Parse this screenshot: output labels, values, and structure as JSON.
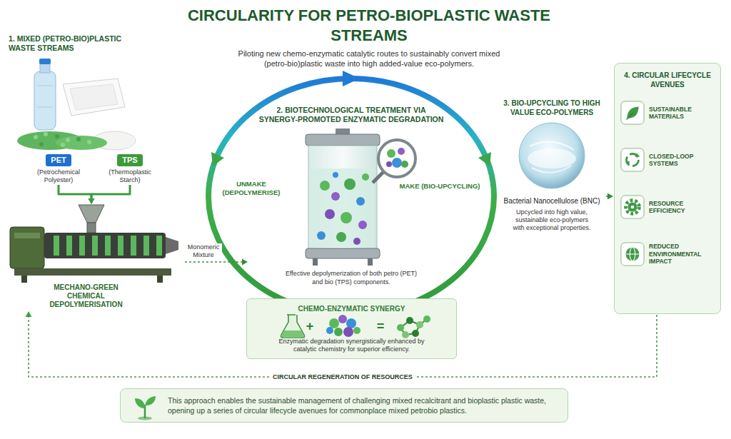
{
  "diagram": {
    "title": "CIRCULARITY FOR PETRO-BIOPLASTIC WASTE STREAMS",
    "nodes": [
      {
        "text": [
          "PET",
          "(Petrochemical Polyester)"
        ]
      },
      {
        "text": [
          "TPS",
          "(Thermoplastic Starch)"
        ]
      },
      {
        "text": [
          "MECHANO-GREEN CHEMICAL DEPOLYMERISATION"
        ]
      },
      {
        "text": [
          "2. BIOTECHNOLOGICAL TREATMENT VIA SYNERGY-PROMOTED ENZYMATIC DEGRADATION",
          "Effective depolymerization of both petro (PET) and bio (TPS) components."
        ]
      },
      {
        "text": [
          "CHEMO-ENZYMATIC SYNERGY",
          "Enzymatic degradation synergistically enhanced by catalytic chemistry for superior efficiency."
        ]
      },
      {
        "text": [
          "3. BIO-UPCYCLING TO HIGH VALUE ECO-POLYMERS",
          "Bacterial Nanocellulose (BNC)",
          "Upcycled into high value, sustainable eco-polymers with exceptional properties."
        ]
      },
      {
        "text": [
          "4. CIRCULAR LIFECYCLE AVENUES"
        ]
      },
      {
        "text": [
          "SUSTAINABLE MATERIALS"
        ],
        "in": 6
      },
      {
        "text": [
          "CLOSED-LOOP SYSTEMS"
        ],
        "in": 6
      },
      {
        "text": [
          "RESOURCE EFFICIENCY"
        ],
        "in": 6
      },
      {
        "text": [
          "REDUCED ENVIRONMENTAL IMPACT"
        ],
        "in": 6
      },
      {
        "text": [
          "This approach enables the sustainable management of challenging mixed recalcitrant and bioplastic plastic waste, opening up a series of circular lifecycle avenues for commonplace mixed petrobio plastics."
        ]
      }
    ],
    "edges": [
      {
        "from": 0,
        "to": 2,
        "arrow": "to"
      },
      {
        "from": 1,
        "to": 2,
        "arrow": "to"
      },
      {
        "from": 2,
        "to": 3,
        "label": "Monomeric Mixture",
        "arrow": "to"
      },
      {
        "from": 5,
        "to": 6,
        "arrow": "to"
      },
      {
        "from": 6,
        "to": 2,
        "label": "CIRCULAR REGENERATION OF RESOURCES",
        "arrow": "to"
      }
    ],
    "labels": [
      "1. MIXED (PETRO-BIO)PLASTIC WASTE STREAMS",
      "Piloting new chemo-enzymatic catalytic routes to sustainably convert mixed (petro-bio)plastic waste into high added-value eco-polymers.",
      "UNMAKE (DEPOLYMERISE)",
      "MAKE (BIO-UPCYCLING)",
      "+",
      "="
    ]
  }
}
